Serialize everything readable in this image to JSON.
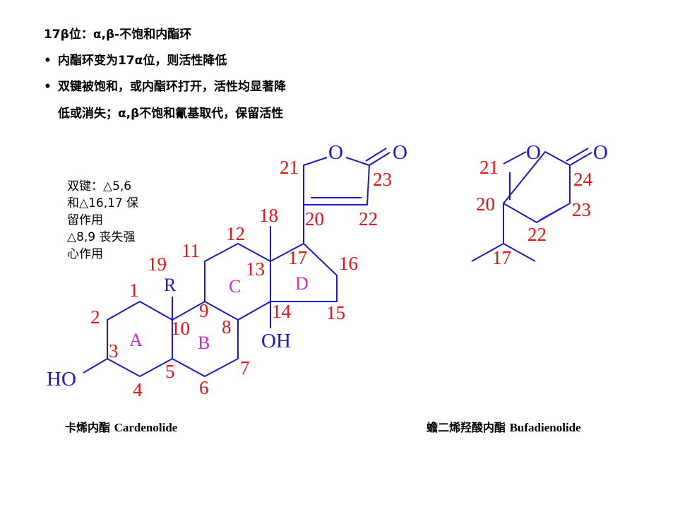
{
  "heading": "17β位：α,β-不饱和内酯环",
  "bullets": [
    "内酯环变为17α位，则活性降低",
    "双键被饱和，或内酯环打开，活性均显著降"
  ],
  "bullet_continuation": "低或消失；α,β不饱和氰基取代，保留活性",
  "note_lines": [
    "双键：△5,6",
    "和△16,17 保",
    "留作用",
    "△8,9 丧失强",
    "心作用"
  ],
  "cardenolide": {
    "caption_cn": "卡烯内酯",
    "caption_en": "Cardenolide",
    "ring_labels": {
      "A": "A",
      "B": "B",
      "C": "C",
      "D": "D"
    },
    "atoms": {
      "HO": "HO",
      "OH": "OH",
      "R": "R",
      "O_ring": "O",
      "O_carbonyl": "O"
    },
    "numbers": {
      "n1": "1",
      "n2": "2",
      "n3": "3",
      "n4": "4",
      "n5": "5",
      "n6": "6",
      "n7": "7",
      "n8": "8",
      "n9": "9",
      "n10": "10",
      "n11": "11",
      "n12": "12",
      "n13": "13",
      "n14": "14",
      "n15": "15",
      "n16": "16",
      "n17": "17",
      "n18": "18",
      "n19": "19",
      "n20": "20",
      "n21": "21",
      "n22": "22",
      "n23": "23"
    }
  },
  "bufadienolide": {
    "caption_cn": "蟾二烯羟酸内酯",
    "caption_en": "Bufadienolide",
    "atoms": {
      "O_ring": "O",
      "O_carbonyl": "O"
    },
    "numbers": {
      "n17": "17",
      "n20": "20",
      "n21": "21",
      "n22": "22",
      "n23": "23",
      "n24": "24"
    }
  },
  "colors": {
    "bond": "#1a1acc",
    "number": "#ee1111",
    "ring_label": "#dd22dd",
    "text": "#000000"
  }
}
